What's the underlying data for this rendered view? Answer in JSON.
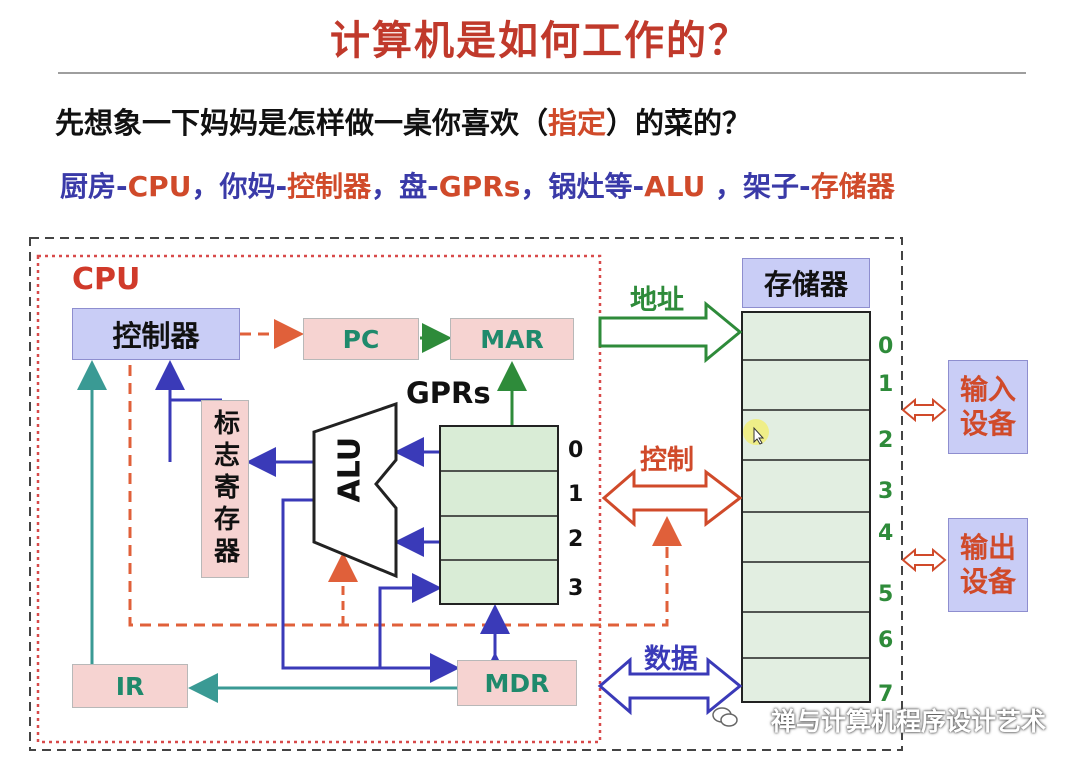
{
  "title": "计算机是如何工作的？",
  "question": {
    "before": "先想象一下妈妈是怎样做一桌你喜欢（",
    "highlight": "指定",
    "after": "）的菜的？"
  },
  "analogy": [
    {
      "text": "厨房-",
      "color": "blue"
    },
    {
      "text": "CPU",
      "color": "red"
    },
    {
      "text": "，你妈-",
      "color": "blue"
    },
    {
      "text": "控制器",
      "color": "red"
    },
    {
      "text": "，盘-",
      "color": "blue"
    },
    {
      "text": "GPRs",
      "color": "red"
    },
    {
      "text": "，锅灶等-",
      "color": "blue"
    },
    {
      "text": "ALU",
      "color": "red"
    },
    {
      "text": " ，架子-",
      "color": "blue"
    },
    {
      "text": "存储器",
      "color": "red"
    }
  ],
  "diagram": {
    "cpu_label": "CPU",
    "controller": "控制器",
    "pc": "PC",
    "mar": "MAR",
    "gprs_label": "GPRs",
    "flag_register": "标志寄存器",
    "alu": "ALU",
    "ir": "IR",
    "mdr": "MDR",
    "gpr_indices": [
      "0",
      "1",
      "2",
      "3"
    ],
    "memory_label": "存储器",
    "memory_indices": [
      "0",
      "1",
      "2",
      "3",
      "4",
      "5",
      "6",
      "7"
    ],
    "bus_address": "地址",
    "bus_control": "控制",
    "bus_data": "数据",
    "input_device": "输入设备",
    "output_device": "输出设备"
  },
  "watermark": "禅与计算机程序设计艺术",
  "colors": {
    "title": "#c0392b",
    "blue_text": "#3a3aa8",
    "red_text": "#d04a2a",
    "green_arrow": "#2e8b3a",
    "teal_arrow": "#3a9a94",
    "blue_arrow": "#3a3ab8",
    "dashed_red": "#e0603a"
  }
}
